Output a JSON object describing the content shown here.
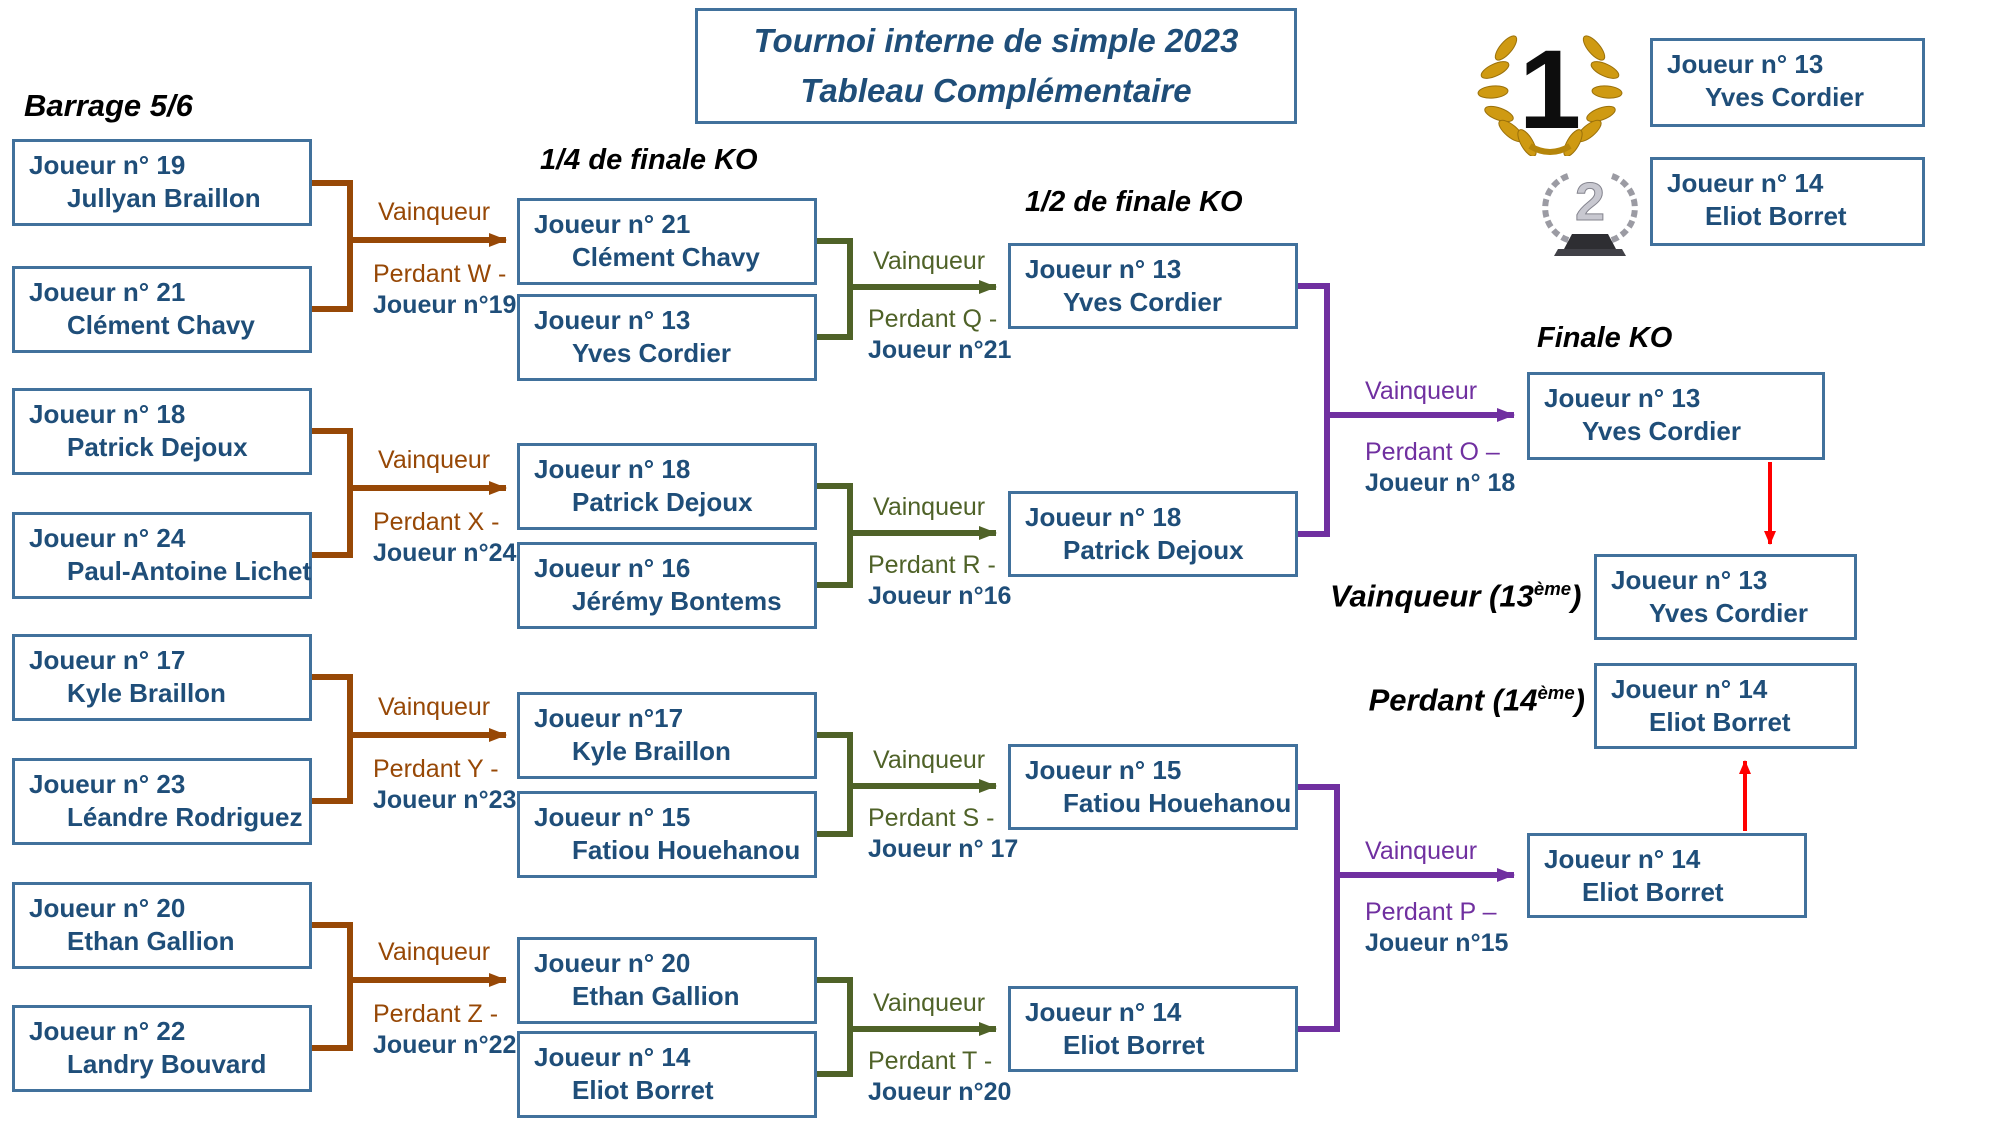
{
  "title": {
    "line1": "Tournoi interne de simple 2023",
    "line2": "Tableau Complémentaire"
  },
  "headers": {
    "barrage": "Barrage 5/6",
    "quarter": "1/4 de finale KO",
    "semi": "1/2 de finale KO",
    "final": "Finale KO"
  },
  "colors": {
    "box_border": "#41719C",
    "player_text": "#1F4E79",
    "title_text": "#1F4E79",
    "barrage_link": "#974806",
    "quarter_link": "#4F6228",
    "semi_link": "#7030A0",
    "final_link": "#FF0000",
    "header_text": "#000000",
    "gold": "#CF9A12",
    "silver": "#9B9BA3"
  },
  "barrage": {
    "boxes": [
      {
        "line1": "Joueur n° 19",
        "line2": "Jullyan Braillon"
      },
      {
        "line1": "Joueur n° 21",
        "line2": "Clément Chavy"
      },
      {
        "line1": "Joueur n° 18",
        "line2": "Patrick Dejoux"
      },
      {
        "line1": "Joueur n° 24",
        "line2": "Paul-Antoine Lichet"
      },
      {
        "line1": "Joueur n° 17",
        "line2": "Kyle Braillon"
      },
      {
        "line1": "Joueur n° 23",
        "line2": "Léandre Rodriguez"
      },
      {
        "line1": "Joueur n° 20",
        "line2": "Ethan Gallion"
      },
      {
        "line1": "Joueur n° 22",
        "line2": "Landry Bouvard"
      }
    ]
  },
  "quarter": {
    "boxes": [
      {
        "line1": "Joueur n° 21",
        "line2": "Clément Chavy"
      },
      {
        "line1": "Joueur n° 13",
        "line2": "Yves Cordier"
      },
      {
        "line1": "Joueur n° 18",
        "line2": "Patrick Dejoux"
      },
      {
        "line1": "Joueur n° 16",
        "line2": "Jérémy Bontems"
      },
      {
        "line1": "Joueur n°17",
        "line2": "Kyle Braillon"
      },
      {
        "line1": "Joueur n° 15",
        "line2": "Fatiou Houehanou"
      },
      {
        "line1": "Joueur n° 20",
        "line2": "Ethan Gallion"
      },
      {
        "line1": "Joueur n° 14",
        "line2": "Eliot Borret"
      }
    ]
  },
  "semi": {
    "boxes": [
      {
        "line1": "Joueur n° 13",
        "line2": "Yves Cordier"
      },
      {
        "line1": "Joueur n° 18",
        "line2": "Patrick Dejoux"
      },
      {
        "line1": "Joueur n° 15",
        "line2": "Fatiou Houehanou"
      },
      {
        "line1": "Joueur n° 14",
        "line2": "Eliot Borret"
      }
    ]
  },
  "final": {
    "winner_box": {
      "line1": "Joueur n° 13",
      "line2": "Yves Cordier"
    },
    "finalist_box": {
      "line1": "Joueur n° 14",
      "line2": "Eliot Borret"
    }
  },
  "links": {
    "barrage": [
      {
        "win": "Vainqueur",
        "lose": "Perdant W -",
        "player": "Joueur n°19"
      },
      {
        "win": "Vainqueur",
        "lose": "Perdant X -",
        "player": "Joueur n°24"
      },
      {
        "win": "Vainqueur",
        "lose": "Perdant Y -",
        "player": "Joueur n°23"
      },
      {
        "win": "Vainqueur",
        "lose": "Perdant Z -",
        "player": "Joueur n°22"
      }
    ],
    "quarter": [
      {
        "win": "Vainqueur",
        "lose": "Perdant Q -",
        "player": "Joueur n°21"
      },
      {
        "win": "Vainqueur",
        "lose": "Perdant R -",
        "player": "Joueur n°16"
      },
      {
        "win": "Vainqueur",
        "lose": "Perdant S -",
        "player": "Joueur n° 17"
      },
      {
        "win": "Vainqueur",
        "lose": "Perdant T -",
        "player": "Joueur n°20"
      }
    ],
    "semi": [
      {
        "win": "Vainqueur",
        "lose": "Perdant O –",
        "player": "Joueur n° 18"
      },
      {
        "win": "Vainqueur",
        "lose": "Perdant P –",
        "player": "Joueur n°15"
      }
    ]
  },
  "podium": {
    "first_box": {
      "line1": "Joueur n° 13",
      "line2": "Yves Cordier"
    },
    "second_box": {
      "line1": "Joueur n° 14",
      "line2": "Eliot Borret"
    },
    "first_rank": "1",
    "second_rank": "2"
  },
  "classification": {
    "winner_prefix": "Vainqueur (13",
    "winner_sup": "ème",
    "winner_suffix": ")",
    "winner_box": {
      "line1": "Joueur n° 13",
      "line2": "Yves Cordier"
    },
    "loser_prefix": "Perdant (14",
    "loser_sup": "ème",
    "loser_suffix": ")",
    "loser_box": {
      "line1": "Joueur n° 14",
      "line2": "Eliot Borret"
    }
  }
}
